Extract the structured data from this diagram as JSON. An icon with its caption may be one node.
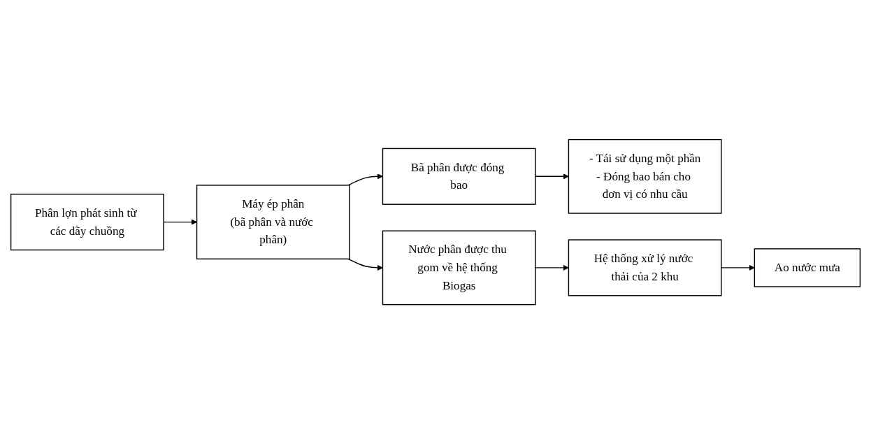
{
  "diagram": {
    "nodes": [
      {
        "text": [
          "Phân lợn phát sinh từ các dãy chuồng"
        ]
      },
      {
        "text": [
          "Máy ép phân",
          "(bã phân và nước phân)"
        ]
      },
      {
        "text": [
          "Bã phân được đóng bao"
        ]
      },
      {
        "text": [
          "- Tái sử dụng một phần",
          "- Đóng bao bán cho đơn vị có nhu cầu"
        ]
      },
      {
        "text": [
          "Nước phân được thu gom về hệ thống Biogas"
        ]
      },
      {
        "text": [
          "Hệ thống xử lý nước thải của 2 khu"
        ]
      },
      {
        "text": [
          "Ao nước mưa"
        ]
      }
    ],
    "edges": [
      {
        "from": 0,
        "to": 1,
        "arrow": "to"
      },
      {
        "from": 1,
        "to": 2,
        "arrow": "to"
      },
      {
        "from": 2,
        "to": 3,
        "arrow": "to"
      },
      {
        "from": 1,
        "to": 4,
        "arrow": "to"
      },
      {
        "from": 4,
        "to": 5,
        "arrow": "to"
      },
      {
        "from": 5,
        "to": 6,
        "arrow": "to"
      }
    ]
  }
}
